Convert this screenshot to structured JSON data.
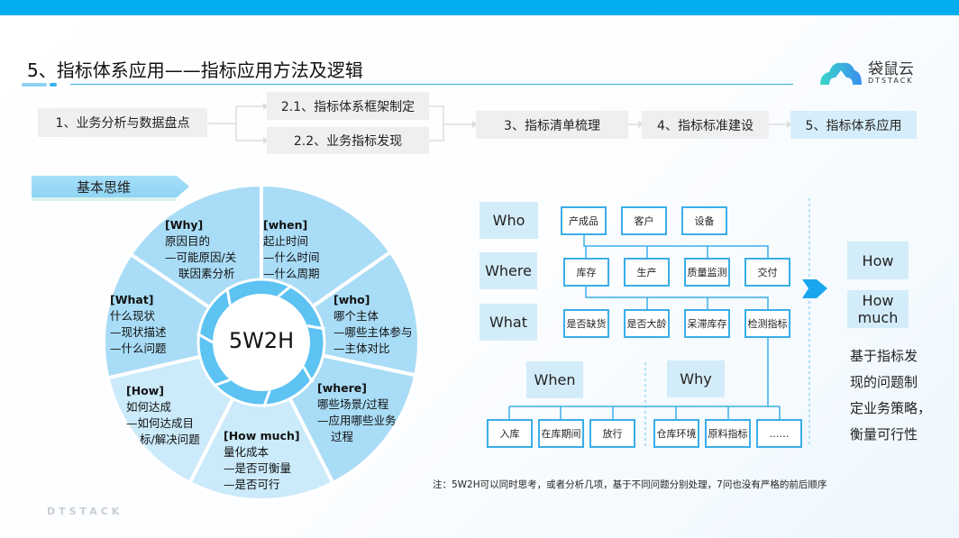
{
  "header": {
    "title": "5、指标体系应用——指标应用方法及逻辑",
    "logo_cn": "袋鼠云",
    "logo_en": "DTSTACK"
  },
  "flow": [
    "1、业务分析与数据盘点",
    "2.1、指标体系框架制定",
    "2.2、业务指标发现",
    "3、指标清单梳理",
    "4、指标标准建设",
    "5、指标体系应用"
  ],
  "section_label": "基本思维",
  "wheel": {
    "center": "5W2H",
    "why": {
      "title": "[Why]",
      "lines": [
        "原因目的",
        "—可能原因/关",
        "联因素分析"
      ]
    },
    "when": {
      "title": "[when]",
      "lines": [
        "起止时间",
        "—什么时间",
        "—什么周期"
      ]
    },
    "who": {
      "title": "[who]",
      "lines": [
        "哪个主体",
        "—哪些主体参与",
        "—主体对比"
      ]
    },
    "what": {
      "title": "[What]",
      "lines": [
        "什么现状",
        "—现状描述",
        "—什么问题"
      ]
    },
    "where": {
      "title": "[where]",
      "lines": [
        "哪些场景/过程",
        "—应用哪些业务",
        "过程"
      ]
    },
    "how": {
      "title": "[How]",
      "lines": [
        "如何达成",
        "—如何达成目",
        "标/解决问题"
      ]
    },
    "howmuch": {
      "title": "[How much]",
      "lines": [
        "量化成本",
        "—是否可衡量",
        "—是否可行"
      ]
    }
  },
  "tree": {
    "labels": {
      "who": "Who",
      "where": "Where",
      "what": "What",
      "when": "When",
      "why": "Why",
      "how": "How",
      "howmuch": "How much"
    },
    "row1": [
      "产成品",
      "客户",
      "设备"
    ],
    "row2": [
      "库存",
      "生产",
      "质量监测",
      "交付"
    ],
    "row3": [
      "是否缺货",
      "是否大龄",
      "呆滞库存",
      "检测指标"
    ],
    "row4": [
      "入库",
      "在库期间",
      "放行",
      "仓库环境",
      "原料指标",
      "……"
    ]
  },
  "side_text": [
    "基于指标发",
    "现的问题制",
    "定业务策略，",
    "衡量可行性"
  ],
  "note": "注：5W2H可以同时思考，或者分析几项，基于不同问题分别处理，7问也没有严格的前后顺序",
  "footer": "DTSTACK",
  "colors": {
    "accent": "#00aef0",
    "wheel": "#a9dcf6",
    "wheel_light": "#cbeafa",
    "node_border": "#3aaee8"
  }
}
